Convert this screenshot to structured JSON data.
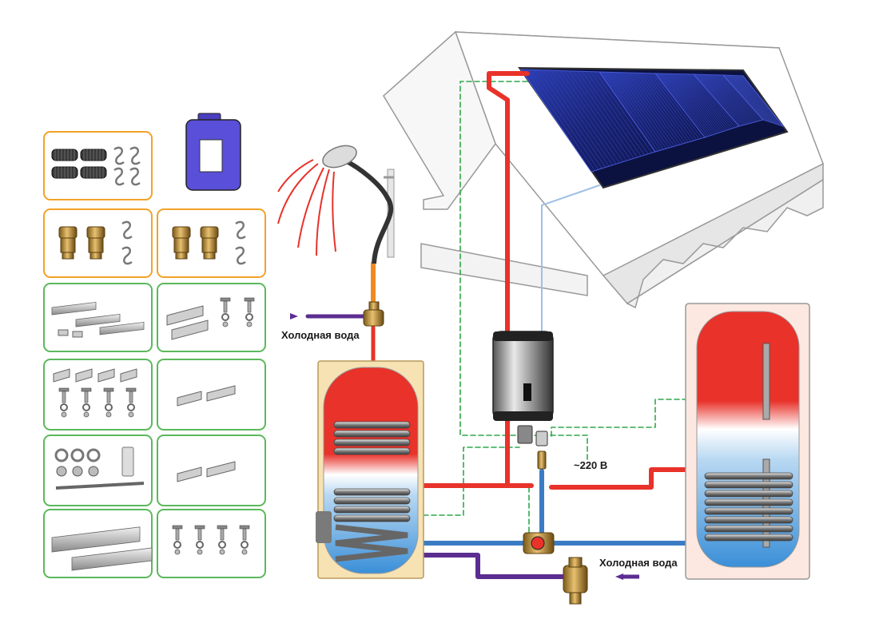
{
  "labels": {
    "cold_water_left": "Холодная вода",
    "cold_water_right": "Холодная вода",
    "voltage": "~220 В"
  },
  "colors": {
    "hot": "#e8322a",
    "cold": "#3a7cc4",
    "cold_inlet": "#5b2d91",
    "mix_outlet": "#f08a1f",
    "control_line": "#2ea84a",
    "kit_border_orange": "#f2a229",
    "kit_border_green": "#5cb85c",
    "solar_panel": "#1d2a8a"
  },
  "kit_items": [
    {
      "name": "corrugated-hoses-and-clips",
      "border": "orange"
    },
    {
      "name": "antifreeze-canister",
      "border": "none"
    },
    {
      "name": "brass-fittings-set-1",
      "border": "orange"
    },
    {
      "name": "brass-fittings-set-2",
      "border": "orange"
    },
    {
      "name": "mounting-rails-short",
      "border": "green"
    },
    {
      "name": "roof-hooks-and-bolts",
      "border": "green"
    },
    {
      "name": "brackets-and-bolts-set",
      "border": "green"
    },
    {
      "name": "rail-connectors",
      "border": "green"
    },
    {
      "name": "nuts-washers-screw-plate",
      "border": "green"
    },
    {
      "name": "rail-end-clamps",
      "border": "green"
    },
    {
      "name": "aluminium-rails-long",
      "border": "green"
    },
    {
      "name": "t-bolts-set",
      "border": "green"
    }
  ]
}
